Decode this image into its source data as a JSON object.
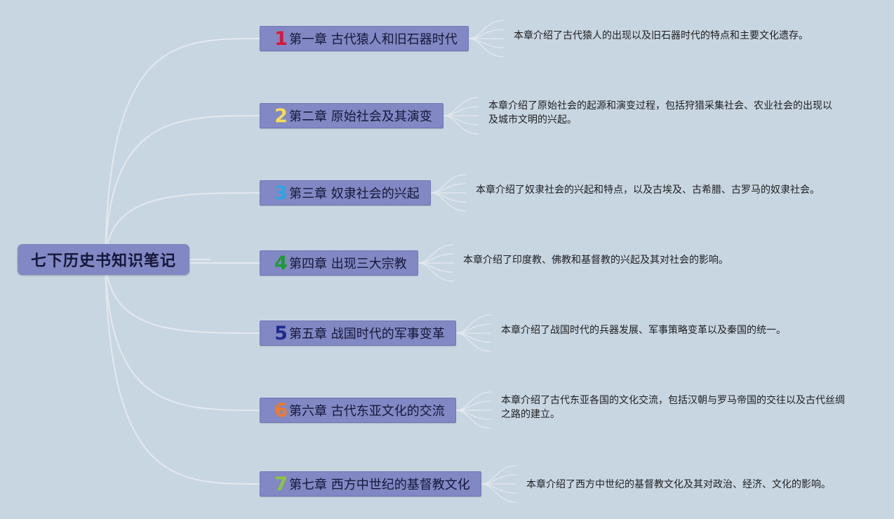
{
  "root": {
    "label": "七下历史书知识笔记"
  },
  "chapters": [
    {
      "number": "1",
      "title": "第一章 古代猿人和旧石器时代",
      "color": "#d8163c",
      "description": "本章介绍了古代猿人的出现以及旧石器时代的特点和主要文化遗存。"
    },
    {
      "number": "2",
      "title": "第二章 原始社会及其演变",
      "color": "#f5dc52",
      "description": "本章介绍了原始社会的起源和演变过程，包括狩猎采集社会、农业社会的出现以及城市文明的兴起。"
    },
    {
      "number": "3",
      "title": "第三章 奴隶社会的兴起",
      "color": "#2ea4e4",
      "description": "本章介绍了奴隶社会的兴起和特点，以及古埃及、古希腊、古罗马的奴隶社会。"
    },
    {
      "number": "4",
      "title": "第四章 出现三大宗教",
      "color": "#1f9a35",
      "description": "本章介绍了印度教、佛教和基督教的兴起及其对社会的影响。"
    },
    {
      "number": "5",
      "title": "第五章 战国时代的军事变革",
      "color": "#1f2a8c",
      "description": "本章介绍了战国时代的兵器发展、军事策略变革以及秦国的统一。"
    },
    {
      "number": "6",
      "title": "第六章 古代东亚文化的交流",
      "color": "#f07a24",
      "description": "本章介绍了古代东亚各国的文化交流，包括汉朝与罗马帝国的交往以及古代丝绸之路的建立。"
    },
    {
      "number": "7",
      "title": "第七章 西方中世纪的基督教文化",
      "color": "#8cc63e",
      "description": "本章介绍了西方中世纪的基督教文化及其对政治、经济、文化的影响。"
    }
  ],
  "colors": {
    "background": "#c8d6e2",
    "node": "#8288c3",
    "connector": "#e4e8ee"
  }
}
